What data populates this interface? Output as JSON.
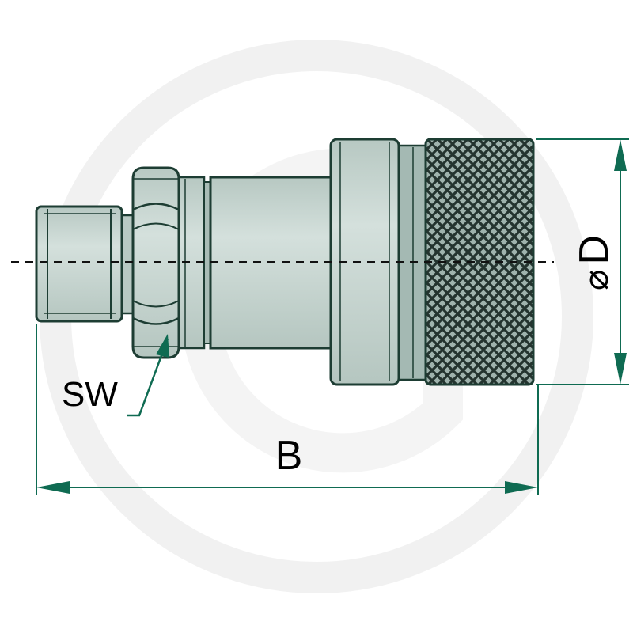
{
  "labels": {
    "wrench_size": "SW",
    "length": "B",
    "diameter": "D",
    "diameter_symbol": "⌀"
  },
  "colors": {
    "body": "#c9d7d2",
    "body_dark": "#a3b9b2",
    "outline": "#1d3d33",
    "dimension": "#0f6b52",
    "knurl": "#24342f",
    "watermark": "#f1f1f1"
  }
}
